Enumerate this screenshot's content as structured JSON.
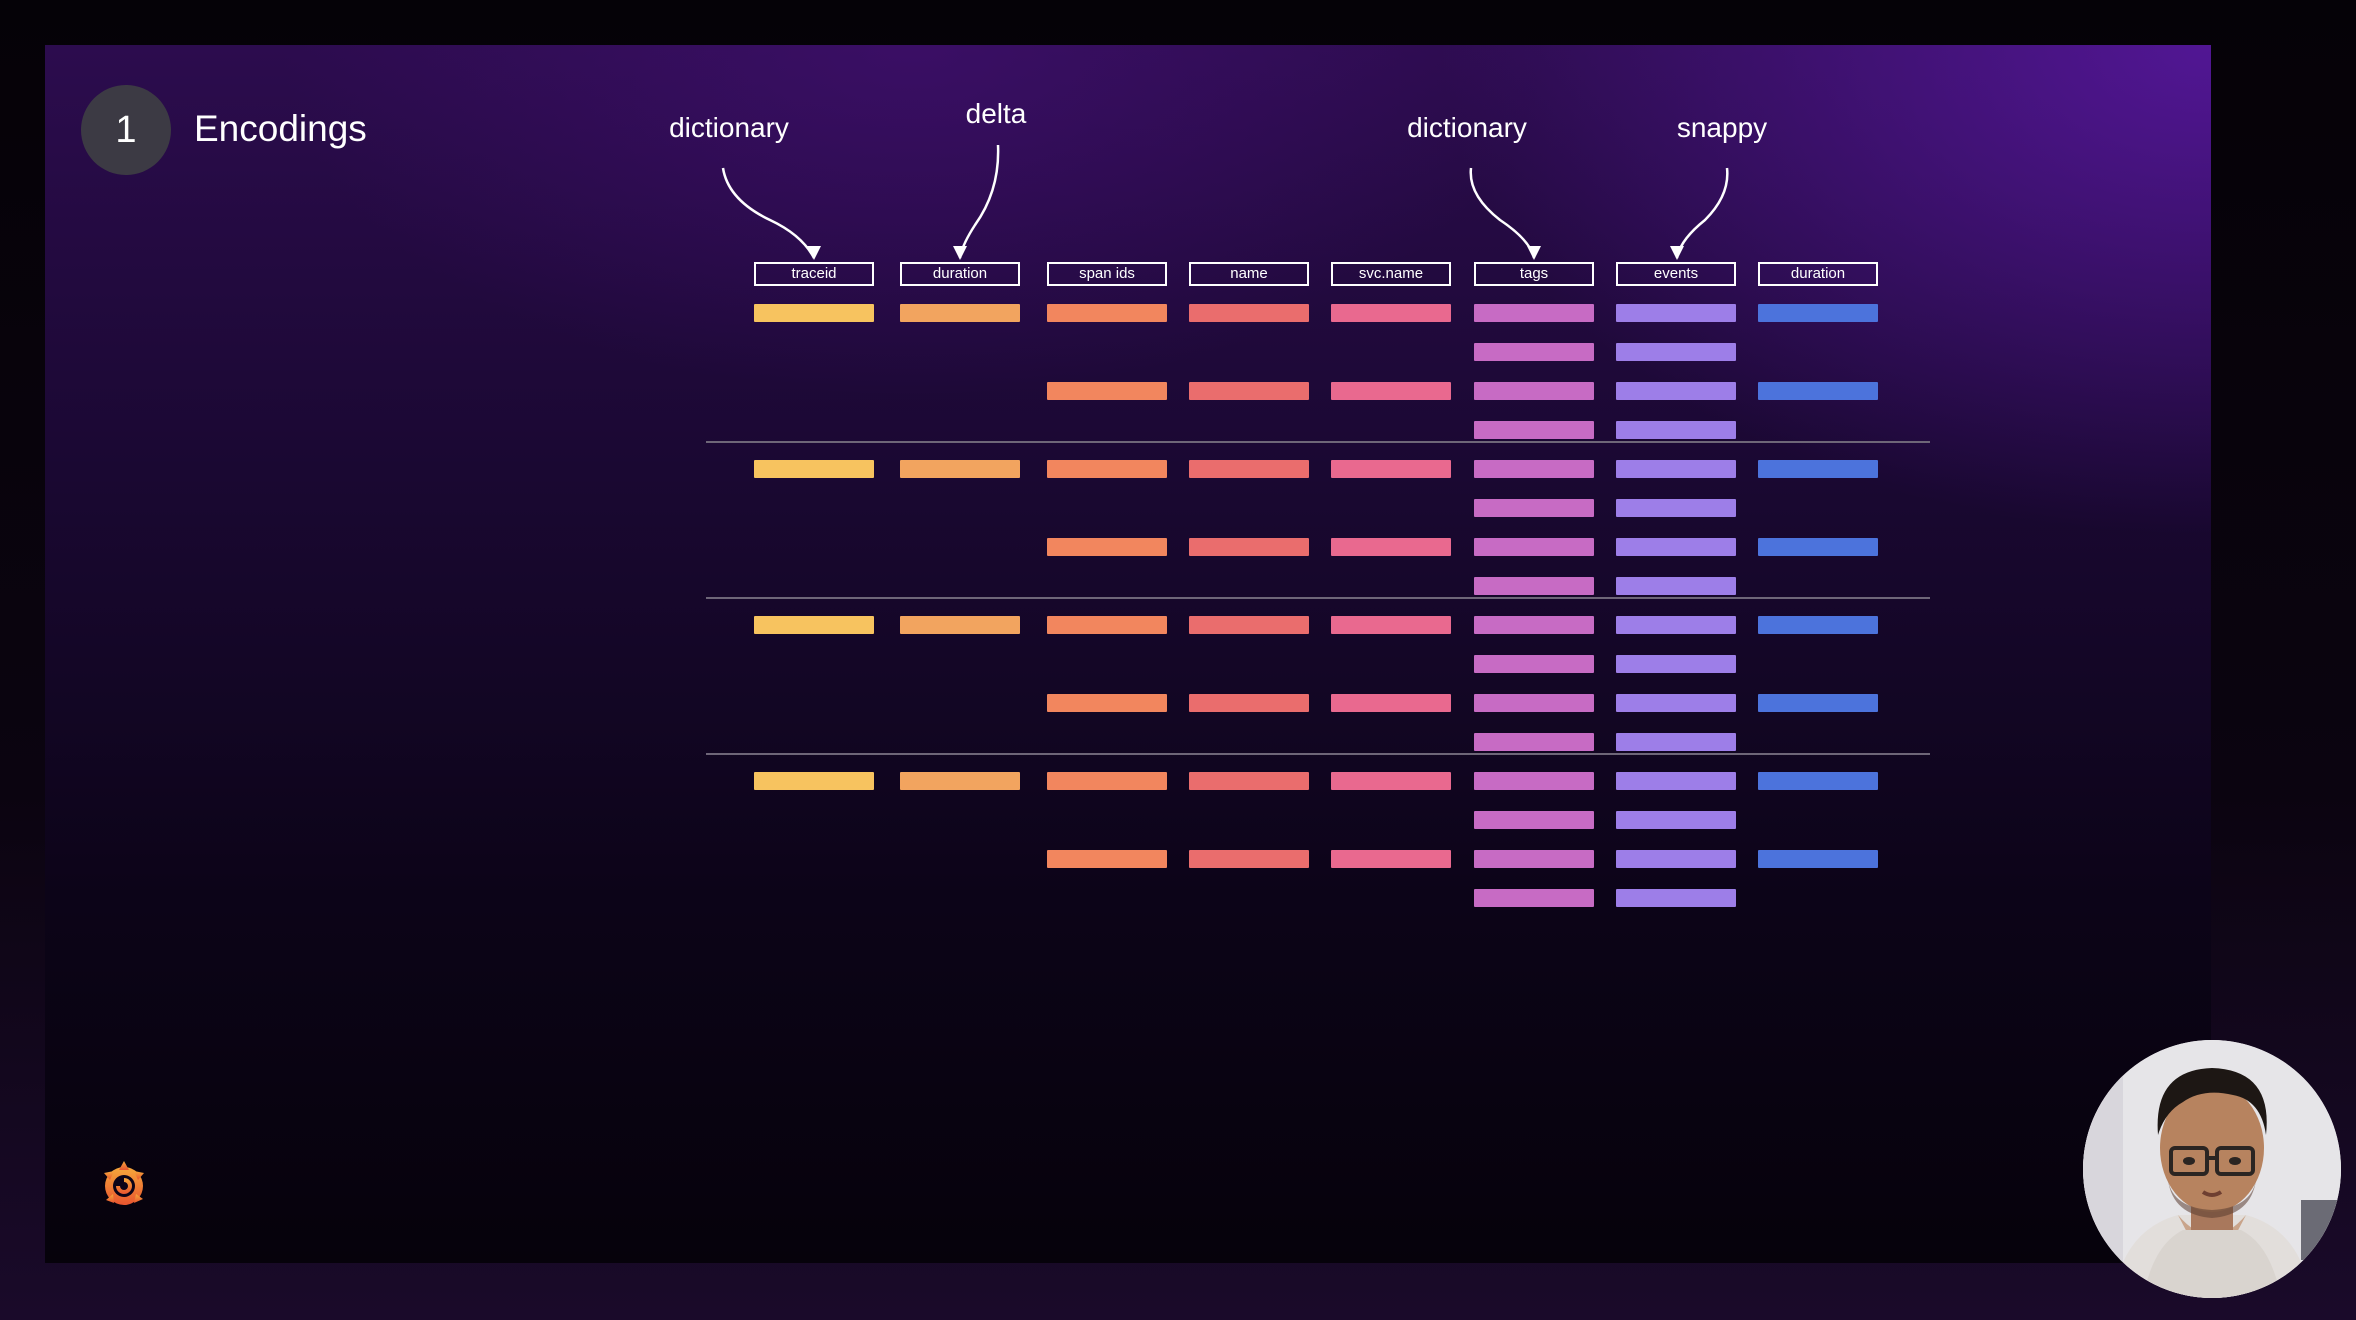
{
  "slide": {
    "number": "1",
    "title": "Encodings"
  },
  "annotations": [
    {
      "label": "dictionary",
      "column": "traceid"
    },
    {
      "label": "delta",
      "column": "duration"
    },
    {
      "label": "dictionary",
      "column": "tags"
    },
    {
      "label": "snappy",
      "column": "events"
    }
  ],
  "columns": [
    {
      "label": "traceid",
      "color": "#f7c35f"
    },
    {
      "label": "duration",
      "color": "#f2a45f"
    },
    {
      "label": "span ids",
      "color": "#f2865e"
    },
    {
      "label": "name",
      "color": "#ea6d6d"
    },
    {
      "label": "svc.name",
      "color": "#e9698f"
    },
    {
      "label": "tags",
      "color": "#c76bc4"
    },
    {
      "label": "events",
      "color": "#9d7ee8"
    },
    {
      "label": "duration",
      "color": "#4c73dc"
    }
  ],
  "row_groups": [
    {
      "rows": [
        [
          true,
          true,
          true,
          true,
          true,
          true,
          true,
          true
        ],
        [
          false,
          false,
          false,
          false,
          false,
          true,
          true,
          false
        ],
        [
          false,
          false,
          true,
          true,
          true,
          true,
          true,
          true
        ],
        [
          false,
          false,
          false,
          false,
          false,
          true,
          true,
          false
        ]
      ]
    },
    {
      "rows": [
        [
          true,
          true,
          true,
          true,
          true,
          true,
          true,
          true
        ],
        [
          false,
          false,
          false,
          false,
          false,
          true,
          true,
          false
        ],
        [
          false,
          false,
          true,
          true,
          true,
          true,
          true,
          true
        ],
        [
          false,
          false,
          false,
          false,
          false,
          true,
          true,
          false
        ]
      ]
    },
    {
      "rows": [
        [
          true,
          true,
          true,
          true,
          true,
          true,
          true,
          true
        ],
        [
          false,
          false,
          false,
          false,
          false,
          true,
          true,
          false
        ],
        [
          false,
          false,
          true,
          true,
          true,
          true,
          true,
          true
        ],
        [
          false,
          false,
          false,
          false,
          false,
          true,
          true,
          false
        ]
      ]
    },
    {
      "rows": [
        [
          true,
          true,
          true,
          true,
          true,
          true,
          true,
          true
        ],
        [
          false,
          false,
          false,
          false,
          false,
          true,
          true,
          false
        ],
        [
          false,
          false,
          true,
          true,
          true,
          true,
          true,
          true
        ],
        [
          false,
          false,
          false,
          false,
          false,
          true,
          true,
          false
        ]
      ]
    }
  ],
  "logo": {
    "icon": "grafana-logo-icon",
    "color": "#f0823a"
  },
  "webcam": {
    "icon": "presenter-video"
  }
}
